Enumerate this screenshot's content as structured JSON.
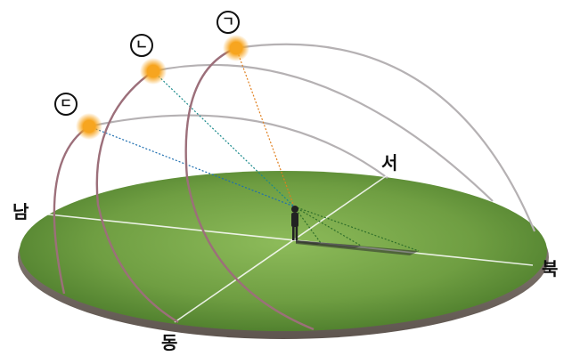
{
  "directions": {
    "south": "남",
    "west": "서",
    "north": "북",
    "east": "동"
  },
  "sun_labels": {
    "giyeok": "ㄱ",
    "nieun": "ㄴ",
    "digeut": "ㄷ"
  },
  "colors": {
    "ground_light": "#7fae4e",
    "ground_dark": "#3f6b22",
    "ground_edge": "#8a7f76",
    "sun": "#f7a51f",
    "arc_pink": "#9c6f7a",
    "arc_gray": "#b5b1b3",
    "ray_orange": "#e07f1e",
    "ray_teal": "#1b8a8c",
    "ray_blue": "#1f6fb0",
    "ray_green": "#2f6f2a"
  }
}
